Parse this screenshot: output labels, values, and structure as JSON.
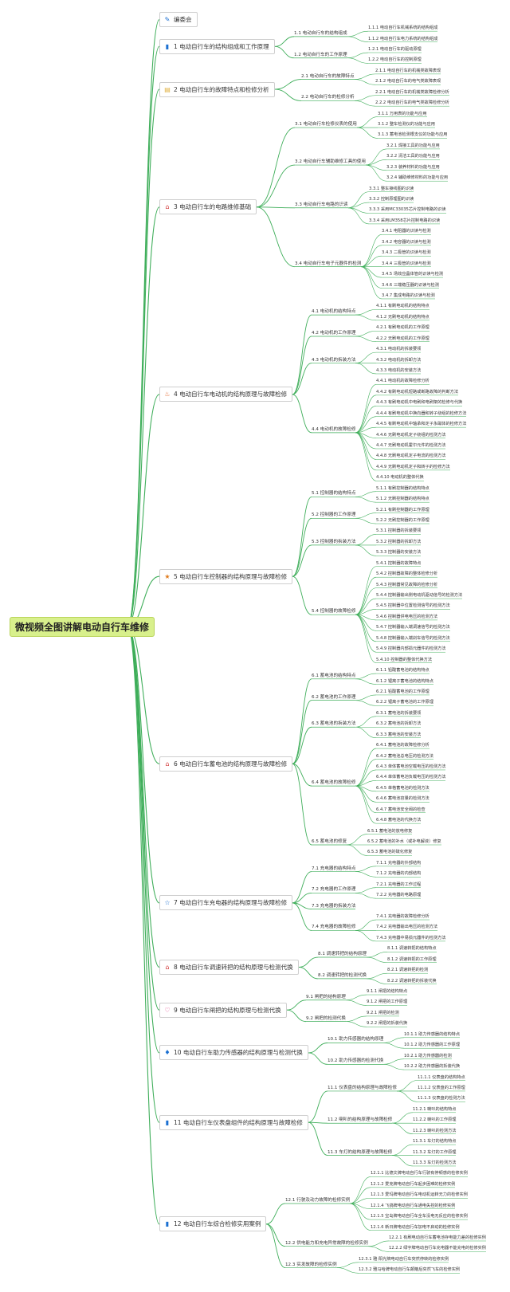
{
  "root": "微视频全图讲解电动自行车维修",
  "chapters": [
    {
      "icon": "pencil",
      "color": "#1a6fd1",
      "title": "编委会",
      "sections": []
    },
    {
      "icon": "flag",
      "color": "#1a6fd1",
      "title": "1 电动自行车的结构组成和工作原理",
      "sections": [
        {
          "title": "1.1 电动自行车的结构组成",
          "items": [
            "1.1.1 电动自行车机械系统的结构组成",
            "1.1.2 电动自行车电力系统的结构组成"
          ]
        },
        {
          "title": "1.2 电动自行车的工作原理",
          "items": [
            "1.2.1 电动自行车的驱动原理",
            "1.2.2 电动自行车的控制原理"
          ]
        }
      ]
    },
    {
      "icon": "note",
      "color": "#e0b040",
      "title": "2 电动自行车的故障特点和检修分析",
      "sections": [
        {
          "title": "2.1 电动自行车的故障特点",
          "items": [
            "2.1.1 电动自行车的机械类故障表现",
            "2.1.2 电动自行车的电气类故障表现"
          ]
        },
        {
          "title": "2.2 电动自行车的检修分析",
          "items": [
            "2.2.1 电动自行车的机械类故障检修分析",
            "2.2.2 电动自行车的电气类故障检修分析"
          ]
        }
      ]
    },
    {
      "icon": "home",
      "color": "#d23a3a",
      "title": "3 电动自行车的电路维修基础",
      "sections": [
        {
          "title": "3.1 电动自行车检修仪表的使用",
          "items": [
            "3.1.1 万用表的功能与应用",
            "3.1.2 整车检测仪的功能与应用",
            "3.1.3 蓄电池检测根支仪的功能与应用"
          ]
        },
        {
          "title": "3.2 电动自行车辅助维修工具的使用",
          "items": [
            "3.2.1 焊接工具的功能与应用",
            "3.2.2 清洁工具的功能与应用",
            "3.2.3 装养材料的功能与应用",
            "3.2.4 辅助维修材料的功能与应用"
          ]
        },
        {
          "title": "3.3 电动自行车电路的识读",
          "items": [
            "3.3.1 整车接线图的识读",
            "3.3.2 控制原理图的识读",
            "3.3.3 采用MC33035芯片控制电路的识读",
            "3.3.4 采用LM358芯片控制电路的识读"
          ]
        },
        {
          "title": "3.4 电动自行车电子元器件的检测",
          "items": [
            "3.4.1 电阻器的识读与检测",
            "3.4.2 电容器的识读与检测",
            "3.4.3 二极管的识读与检测",
            "3.4.4 三极管的识读与检测",
            "3.4.5 场效应晶体管的识读与检测",
            "3.4.6 三端稳压器的识读与检测",
            "3.4.7 集成电路的识读与检测"
          ]
        }
      ]
    },
    {
      "icon": "fire",
      "color": "#e05a1a",
      "title": "4 电动自行车电动机的结构原理与故障检修",
      "sections": [
        {
          "title": "4.1 电动机的结构特点",
          "items": [
            "4.1.1 有刷电动机的结构特点",
            "4.1.2 无刷电动机的结构特点"
          ]
        },
        {
          "title": "4.2 电动机的工作原理",
          "items": [
            "4.2.1 有刷电动机的工作原理",
            "4.2.2 无刷电动机的工作原理"
          ]
        },
        {
          "title": "4.3 电动机的拆装方法",
          "items": [
            "4.3.1 电动机的拆装要领",
            "4.3.2 电动机的拆卸方法",
            "4.3.3 电动机的安装方法"
          ]
        },
        {
          "title": "4.4 电动机的故障检修",
          "items": [
            "4.4.1 电动机的故障检修分析",
            "4.4.2 有刷电动机短路或断路故障的判断方法",
            "4.4.3 有刷电动机中电刷和电刷架的检修与代换",
            "4.4.4 有刷电动机中换向器和转子绕组的检修方法",
            "4.4.5 有刷电动机中轴承和定子永磁体的检修方法",
            "4.4.6 无刷电动机定子绕组的检测方法",
            "4.4.7 无刷电动机霍尔元件的检测方法",
            "4.4.8 无刷电动机定子电流的检测方法",
            "4.4.9 无刷电动机定子和转子的检修方法",
            "4.4.10 电动机的整体代换"
          ]
        }
      ]
    },
    {
      "icon": "star",
      "color": "#e07a1a",
      "title": "5 电动自行车控制器的结构原理与故障检修",
      "sections": [
        {
          "title": "5.1 控制器的结构特点",
          "items": [
            "5.1.1 有刷控制器的结构特点",
            "5.1.2 无刷控制器的结构特点"
          ]
        },
        {
          "title": "5.2 控制器的工作原理",
          "items": [
            "5.2.1 有刷控制器的工作原理",
            "5.2.2 无刷控制器的工作原理"
          ]
        },
        {
          "title": "5.3 控制器的拆装方法",
          "items": [
            "5.3.1 控制器的拆装要领",
            "5.3.2 控制器的拆卸方法",
            "5.3.3 控制器的安装方法"
          ]
        },
        {
          "title": "5.4 控制器的故障检修",
          "items": [
            "5.4.1 控制器的故障特点",
            "5.4.2 控制器故障的整体检修分析",
            "5.4.3 控制器常见故障的检修分析",
            "5.4.4 控制器输出侧电动机驱动信号的检测方法",
            "5.4.5 控制器中位置检测信号的检测方法",
            "5.4.6 控制器供电电压的检测方法",
            "5.4.7 控制器输入端调速信号的检测方法",
            "5.4.8 控制器输入端刹车信号的检测方法",
            "5.4.9 控制器内部损元器件的检测方法",
            "5.4.10 控制器的整体代换方法"
          ]
        }
      ]
    },
    {
      "icon": "home",
      "color": "#d23a3a",
      "title": "6 电动自行车蓄电池的结构原理与故障检修",
      "sections": [
        {
          "title": "6.1 蓄电池的结构特点",
          "items": [
            "6.1.1 铅酸蓄电池的结构特点",
            "6.1.2 锂离子蓄电池的结构特点"
          ]
        },
        {
          "title": "6.2 蓄电池的工作原理",
          "items": [
            "6.2.1 铅酸蓄电池的工作原理",
            "6.2.2 锂离子蓄电池的工作原理"
          ]
        },
        {
          "title": "6.3 蓄电池的拆装方法",
          "items": [
            "6.3.1 蓄电池的拆装要领",
            "6.3.2 蓄电池的拆卸方法",
            "6.3.3 蓄电池的安装方法"
          ]
        },
        {
          "title": "6.4 蓄电池的故障检修",
          "items": [
            "6.4.1 蓄电池的故障检修分析",
            "6.4.2 蓄电池总电压的检测方法",
            "6.4.3 单体蓄电池空载电压的检测方法",
            "6.4.4 单体蓄电池负载电压的检测方法",
            "6.4.5 单格蓄电池的检测方法",
            "6.4.6 蓄电池容量的检测方法",
            "6.4.7 蓄电池安全阀的检查",
            "6.4.8 蓄电池的代换方法"
          ]
        },
        {
          "title": "6.5 蓄电池的修复",
          "items": [
            "6.5.1 蓄电池的放电修复",
            "6.5.2 蓄电池的补水（或补电解液）修复",
            "6.5.3 蓄电池的硫化修复"
          ]
        }
      ]
    },
    {
      "icon": "star-o",
      "color": "#1a6fd1",
      "title": "7 电动自行车充电器的结构原理与故障检修",
      "sections": [
        {
          "title": "7.1 充电器的结构特点",
          "items": [
            "7.1.1 充电器的外部结构",
            "7.1.2 充电器的内部结构"
          ]
        },
        {
          "title": "7.2 充电器的工作原理",
          "items": [
            "7.2.1 充电器的工作过程",
            "7.2.2 充电器的电路原理"
          ]
        },
        {
          "title": "7.3 充电器的拆装方法",
          "items": []
        },
        {
          "title": "7.4 充电器的故障检修",
          "items": [
            "7.4.1 充电器的故障检修分析",
            "7.4.2 充电器输出电压的检测方法",
            "7.4.3 充电器中易损元器件的检测方法"
          ]
        }
      ]
    },
    {
      "icon": "home",
      "color": "#d23a3a",
      "title": "8 电动自行车调速转把的结构原理与检测代换",
      "sections": [
        {
          "title": "8.1 调速转把的结构原理",
          "items": [
            "8.1.1 调速转把的结构特点",
            "8.1.2 调速转把的工作原理"
          ]
        },
        {
          "title": "8.2 调速转把的检测代换",
          "items": [
            "8.2.1 调速转把的检测",
            "8.2.2 调速转把的拆装代换"
          ]
        }
      ]
    },
    {
      "icon": "heart",
      "color": "#e0408a",
      "title": "9 电动自行车闸把的结构原理与检测代换",
      "sections": [
        {
          "title": "9.1 闸把的结构原理",
          "items": [
            "9.1.1 闸把的结构特点",
            "9.1.2 闸把的工作原理"
          ]
        },
        {
          "title": "9.2 闸把的检测代换",
          "items": [
            "9.2.1 闸把的检测",
            "9.2.2 闸把的拆装代换"
          ]
        }
      ]
    },
    {
      "icon": "drop",
      "color": "#1a6fd1",
      "title": "10 电动自行车助力传感器的结构原理与检测代换",
      "sections": [
        {
          "title": "10.1 助力传感器的结构原理",
          "items": [
            "10.1.1 助力传感器的结构特点",
            "10.1.2 助力传感器的工作原理"
          ]
        },
        {
          "title": "10.2 助力传感器的检测代换",
          "items": [
            "10.2.1 助力传感器的检测",
            "10.2.2 助力传感器的拆装代换"
          ]
        }
      ]
    },
    {
      "icon": "flag",
      "color": "#1a6fd1",
      "title": "11 电动自行车仪表盘组件的结构原理与故障检修",
      "sections": [
        {
          "title": "11.1 仪表盘的结构原理与故障检修",
          "items": [
            "11.1.1 仪表盘的结构特点",
            "11.1.2 仪表盘的工作原理",
            "11.1.3 仪表盘的检测方法"
          ]
        },
        {
          "title": "11.2 喇叭的结构原理与故障检修",
          "items": [
            "11.2.1 喇叭的结构特点",
            "11.2.2 喇叭的工作原理",
            "11.2.3 喇叭的检测方法"
          ]
        },
        {
          "title": "11.3 车灯的结构原理与故障检修",
          "items": [
            "11.3.1 车灯的结构特点",
            "11.3.2 车灯的工作原理",
            "11.3.3 车灯的检测方法"
          ]
        }
      ]
    },
    {
      "icon": "flag",
      "color": "#1a6fd1",
      "title": "12 电动自行车综合检修实用案例",
      "sections": [
        {
          "title": "12.1 行驶及动力故障的检修实例",
          "items": [
            "12.1.1 比德文牌电动自行车行驶有停顿感的检修实例",
            "12.1.2 爱克牌电动自行车起步困难的检修实例",
            "12.1.3 爱玛牌电动自行车电动机运转无力的检修实例",
            "12.1.4 飞鸽牌电动自行车通电失控的检修实例",
            "12.1.5 宝岛牌电动自行车全车没电无反应的检修实例",
            "12.1.6 新日牌电动自行车加电不启动的检修实例"
          ]
        },
        {
          "title": "12.2 供电能力和充电异常故障的检修实例",
          "items": [
            "12.2.1 有刷电动自行车蓄电池存电能力差的检修实例",
            "12.2.2 绿宇牌电动自行车充电器不能充电的检修实例"
          ]
        },
        {
          "title": "12.3 实发故障的检修实例",
          "items": [
            "12.3.1 雅·阳光牌电动自行车突然停转的检修实例",
            "12.3.2 雅马哈牌电动自行车颠簸后突然飞车的检修实例"
          ]
        }
      ]
    }
  ]
}
